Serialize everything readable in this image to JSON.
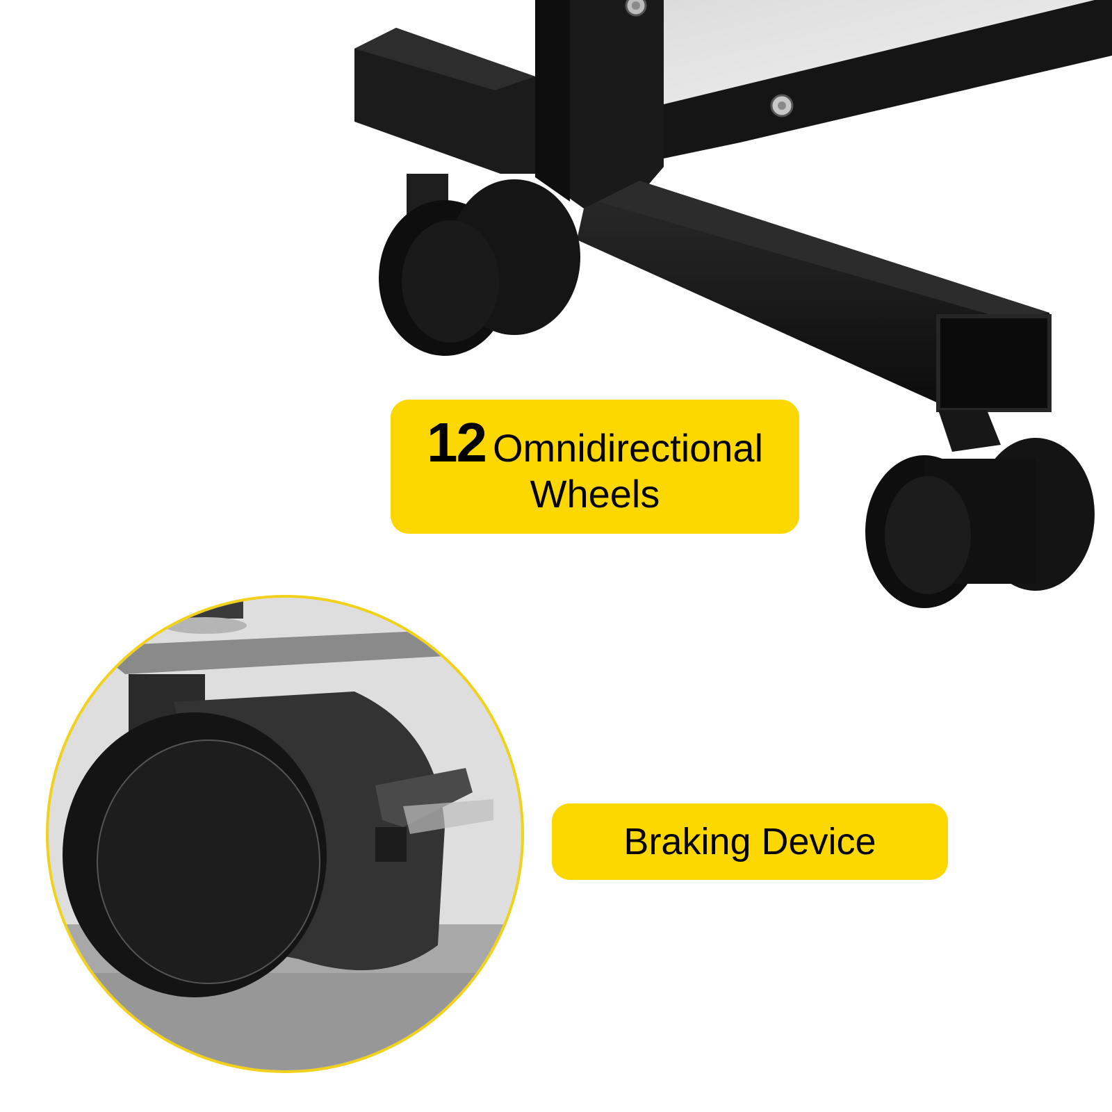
{
  "product_image": {
    "description": "Mobile whiteboard base with casters",
    "colors": {
      "callout_background": "#FCD800",
      "inset_border": "#F2D11A",
      "frame": "#141414",
      "board_surface": "#e6e6e6"
    }
  },
  "callouts": {
    "wheels": {
      "count": "12",
      "word": "Omnidirectional",
      "line2": "Wheels"
    },
    "brake": {
      "label": "Braking Device"
    }
  },
  "inset": {
    "subject": "Caster wheel with brake lever close-up"
  }
}
